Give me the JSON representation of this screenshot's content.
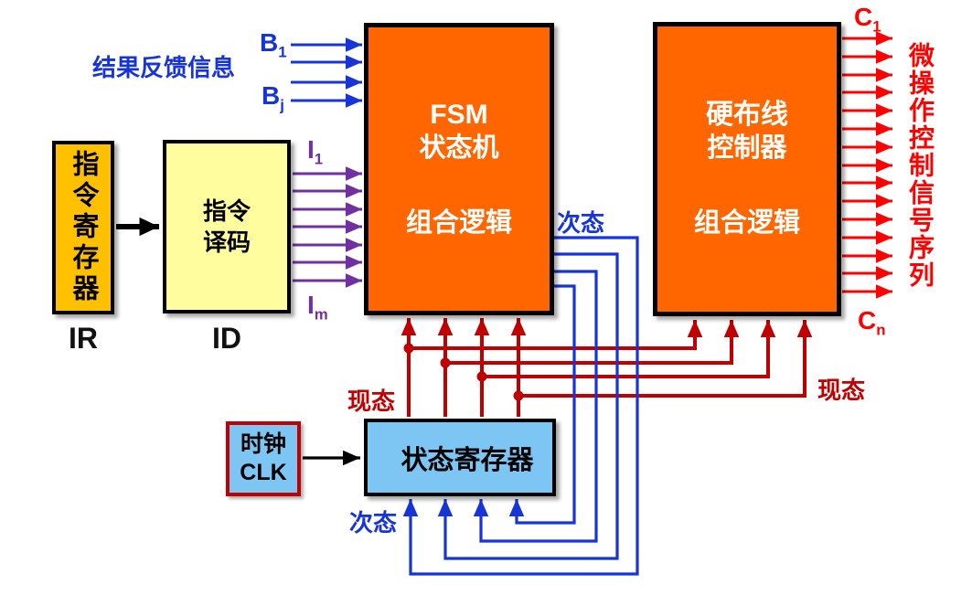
{
  "colors": {
    "block_orange": "#FF6600",
    "block_gold": "#FFC000",
    "block_yellow": "#FFFD9E",
    "block_light_blue": "#7DC5F2",
    "line_blue": "#1634D8",
    "line_purple": "#7030A0",
    "line_red": "#FF0000",
    "line_dark_red": "#C00000",
    "border_black": "#000000"
  },
  "feedback": {
    "label": "结果反馈信息",
    "b1_base": "B",
    "b1_sub": "1",
    "bj_base": "B",
    "bj_sub": "j"
  },
  "instruction_register": {
    "label": "指令寄存器",
    "caption": "IR"
  },
  "instruction_decoder": {
    "line1": "指令",
    "line2": "译码",
    "caption": "ID"
  },
  "decoder_outputs": {
    "i1_base": "I",
    "i1_sub": "1",
    "im_base": "I",
    "im_sub": "m"
  },
  "fsm_block": {
    "line1": "FSM",
    "line2": "状态机",
    "line3": "组合逻辑"
  },
  "hardwired_block": {
    "line1": "硬布线",
    "line2": "控制器",
    "line3": "组合逻辑"
  },
  "control_outputs": {
    "c1_base": "C",
    "c1_sub": "1",
    "cn_base": "C",
    "cn_sub": "n",
    "side_label": "微操作控制信号序列"
  },
  "state_register": {
    "label": "状态寄存器"
  },
  "clock": {
    "line1": "时钟",
    "line2": "CLK"
  },
  "state_labels": {
    "current_state_left": "现态",
    "current_state_right": "现态",
    "next_state_top": "次态",
    "next_state_bottom": "次态"
  }
}
